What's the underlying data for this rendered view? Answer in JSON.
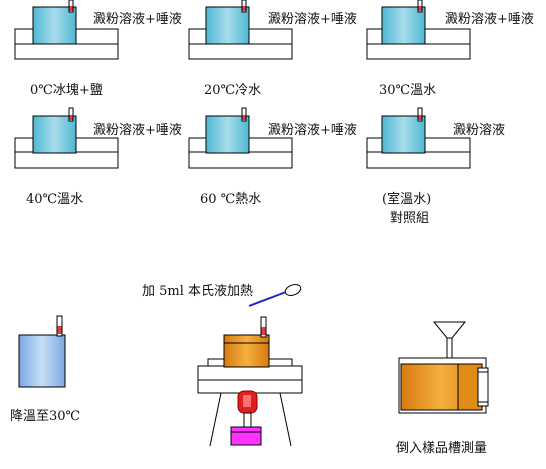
{
  "colors": {
    "water": "#9fd3e4",
    "water_dark": "#4fb8d2",
    "bath_outline": "#000000",
    "cooling_water": "#a9c9ef",
    "reagent": "#f0a030",
    "reagent_dark": "#b75a00",
    "burner_red": "#e02020",
    "burner_magenta": "#ff33ff",
    "dropper_blue": "#2222cc"
  },
  "setups": [
    {
      "tube_label": "澱粉溶液+唾液",
      "caption": "0℃冰塊+鹽"
    },
    {
      "tube_label": "澱粉溶液+唾液",
      "caption": "20℃冷水"
    },
    {
      "tube_label": "澱粉溶液+唾液",
      "caption": "30℃溫水"
    },
    {
      "tube_label": "澱粉溶液+唾液",
      "caption": "40℃溫水"
    },
    {
      "tube_label": "澱粉溶液+唾液",
      "caption": "60 ℃熱水"
    },
    {
      "tube_label": "澱粉溶液",
      "caption": "(室溫水)",
      "caption2": "對照組"
    }
  ],
  "step_cool": {
    "caption": "降溫至30℃"
  },
  "step_heat": {
    "label": "加 5ml 本氏液加熱"
  },
  "step_pour": {
    "caption": "倒入樣品槽測量"
  }
}
